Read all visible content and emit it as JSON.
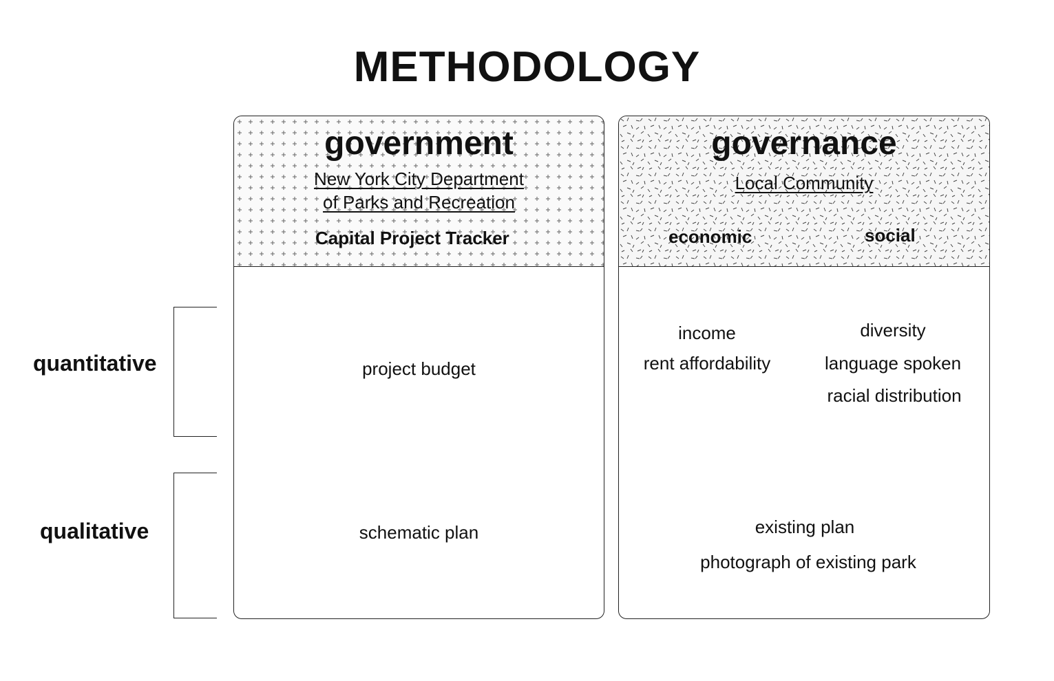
{
  "title": "METHODOLOGY",
  "rows": {
    "quantitative": "quantitative",
    "qualitative": "qualitative"
  },
  "government": {
    "title": "government",
    "source_line1": "New York City Department",
    "source_line2": "of Parks and Recreation",
    "tool": "Capital Project Tracker",
    "quantitative_item": "project budget",
    "qualitative_item": "schematic plan"
  },
  "governance": {
    "title": "governance",
    "source": "Local Community",
    "economic": {
      "label": "economic",
      "items": [
        "income",
        "rent affordability"
      ]
    },
    "social": {
      "label": "social",
      "items": [
        "diversity",
        "language spoken",
        "racial distribution"
      ]
    },
    "qualitative_items": [
      "existing plan",
      "photograph of existing park"
    ]
  }
}
